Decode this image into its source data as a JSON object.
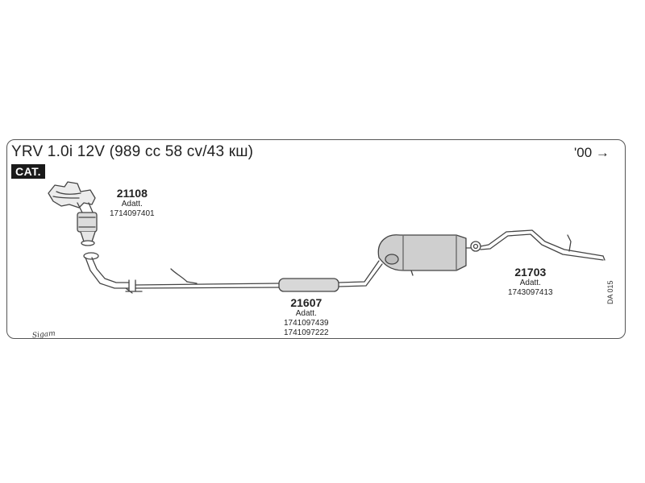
{
  "header": {
    "title": "YRV 1.0i 12V (989 cc 58 cv/43 кш)",
    "year_range": "'00 →",
    "cat_badge": "CAT."
  },
  "parts": [
    {
      "code": "21108",
      "note": "Adatt.",
      "refs": [
        "1714097401"
      ]
    },
    {
      "code": "21607",
      "note": "Adatt.",
      "refs": [
        "1741097439",
        "1741097222"
      ]
    },
    {
      "code": "21703",
      "note": "Adatt.",
      "refs": [
        "1743097413"
      ]
    }
  ],
  "footer": {
    "brand": "Sigam",
    "sheet_code": "DA 015"
  }
}
